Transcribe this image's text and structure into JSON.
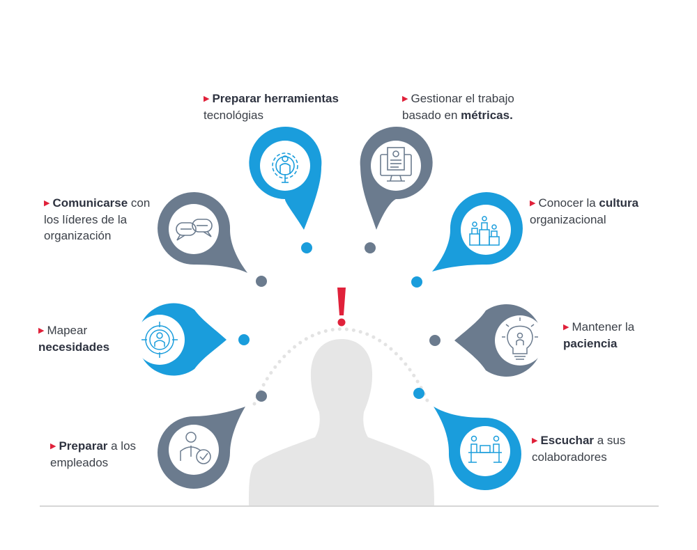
{
  "colors": {
    "blue": "#1a9ddc",
    "gray": "#6b7b8e",
    "accent": "#e0213a",
    "silhouette": "#e6e6e6",
    "dots": "#e3e3e3"
  },
  "center": {
    "mark": "!"
  },
  "items": [
    {
      "id": "comunicarse",
      "icon": "speech-bubbles-icon",
      "color": "gray",
      "line1_bold": "Comunicarse",
      "line1_rest": " con",
      "line2": "los líderes de la",
      "line3": "organización"
    },
    {
      "id": "herramientas",
      "icon": "gear-person-icon",
      "color": "blue",
      "line1_bold": "Preparar herramientas",
      "line2": "tecnológias"
    },
    {
      "id": "metricas",
      "icon": "monitor-profile-icon",
      "color": "gray",
      "line1": "Gestionar el trabajo",
      "line2_plain": "basado en ",
      "line2_bold": "métricas."
    },
    {
      "id": "cultura",
      "icon": "team-podium-icon",
      "color": "blue",
      "line1_plain": "Conocer la ",
      "line1_bold": "cultura",
      "line2": "organizacional"
    },
    {
      "id": "necesidades",
      "icon": "target-person-icon",
      "color": "blue",
      "line1": "Mapear",
      "line2_bold": "necesidades"
    },
    {
      "id": "paciencia",
      "icon": "lightbulb-person-icon",
      "color": "gray",
      "line1": "Mantener la",
      "line2_bold": "paciencia"
    },
    {
      "id": "empleados",
      "icon": "person-check-icon",
      "color": "gray",
      "line1_bold": "Preparar",
      "line1_rest": " a los",
      "line2": "empleados"
    },
    {
      "id": "escuchar",
      "icon": "desk-meeting-icon",
      "color": "blue",
      "line1_bold": "Escuchar",
      "line1_rest": " a sus",
      "line2": "colaboradores"
    }
  ]
}
